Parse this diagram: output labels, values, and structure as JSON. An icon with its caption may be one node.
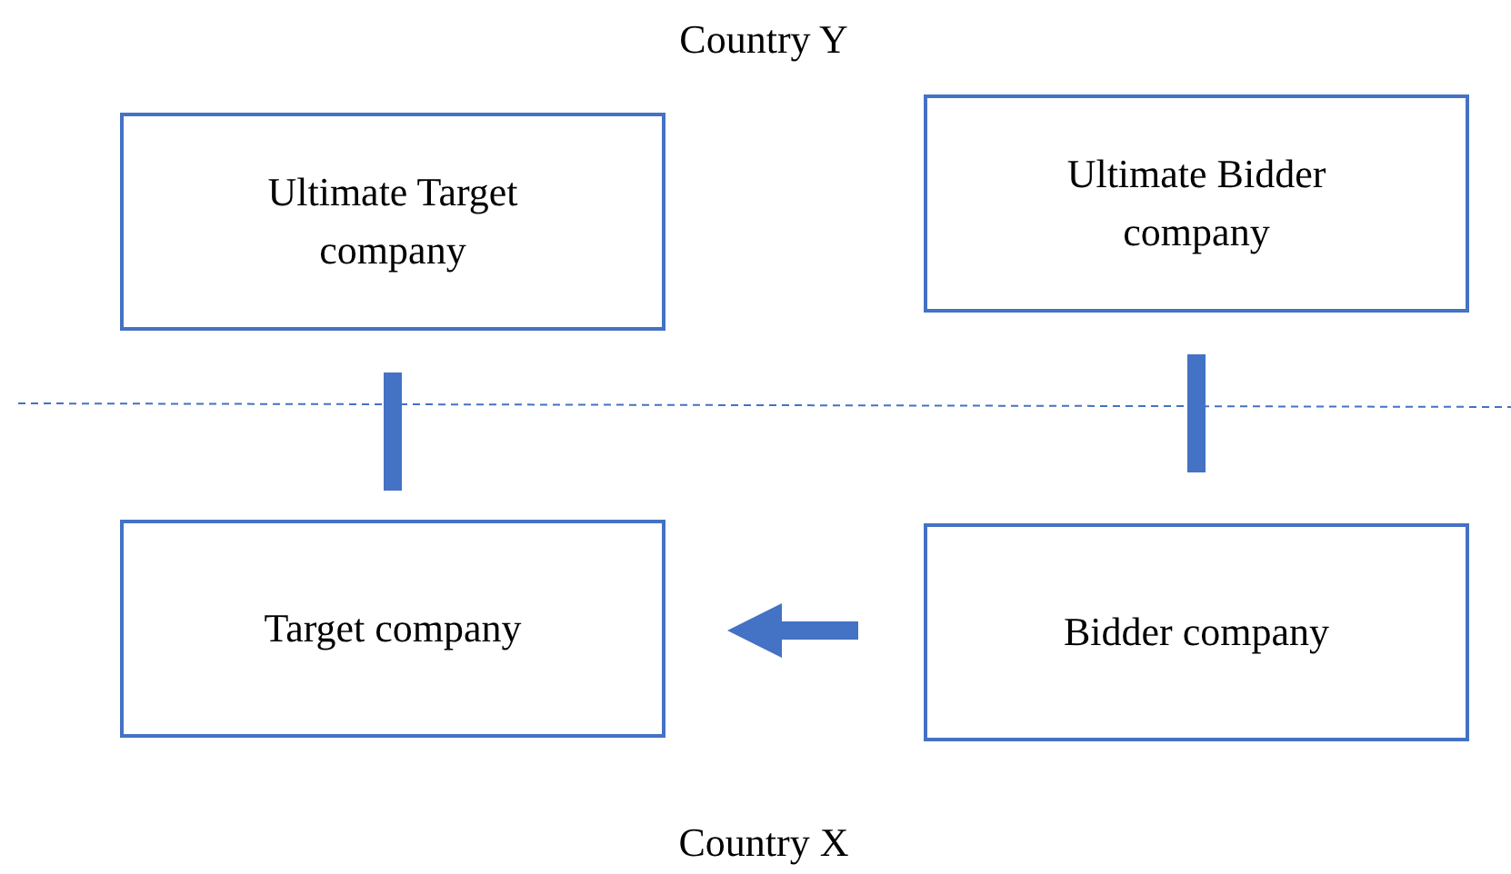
{
  "diagram": {
    "nodes": [
      {
        "text": [
          "Ultimate Target company"
        ]
      },
      {
        "text": [
          "Ultimate Bidder company"
        ]
      },
      {
        "text": [
          "Target company"
        ]
      },
      {
        "text": [
          "Bidder company"
        ]
      }
    ],
    "edges": [
      {
        "from": 0,
        "to": 2,
        "arrow": "none"
      },
      {
        "from": 1,
        "to": 3,
        "arrow": "none"
      },
      {
        "from": 3,
        "to": 2,
        "arrow": "to"
      }
    ],
    "labels": [
      "Country Y",
      "Country X"
    ]
  }
}
